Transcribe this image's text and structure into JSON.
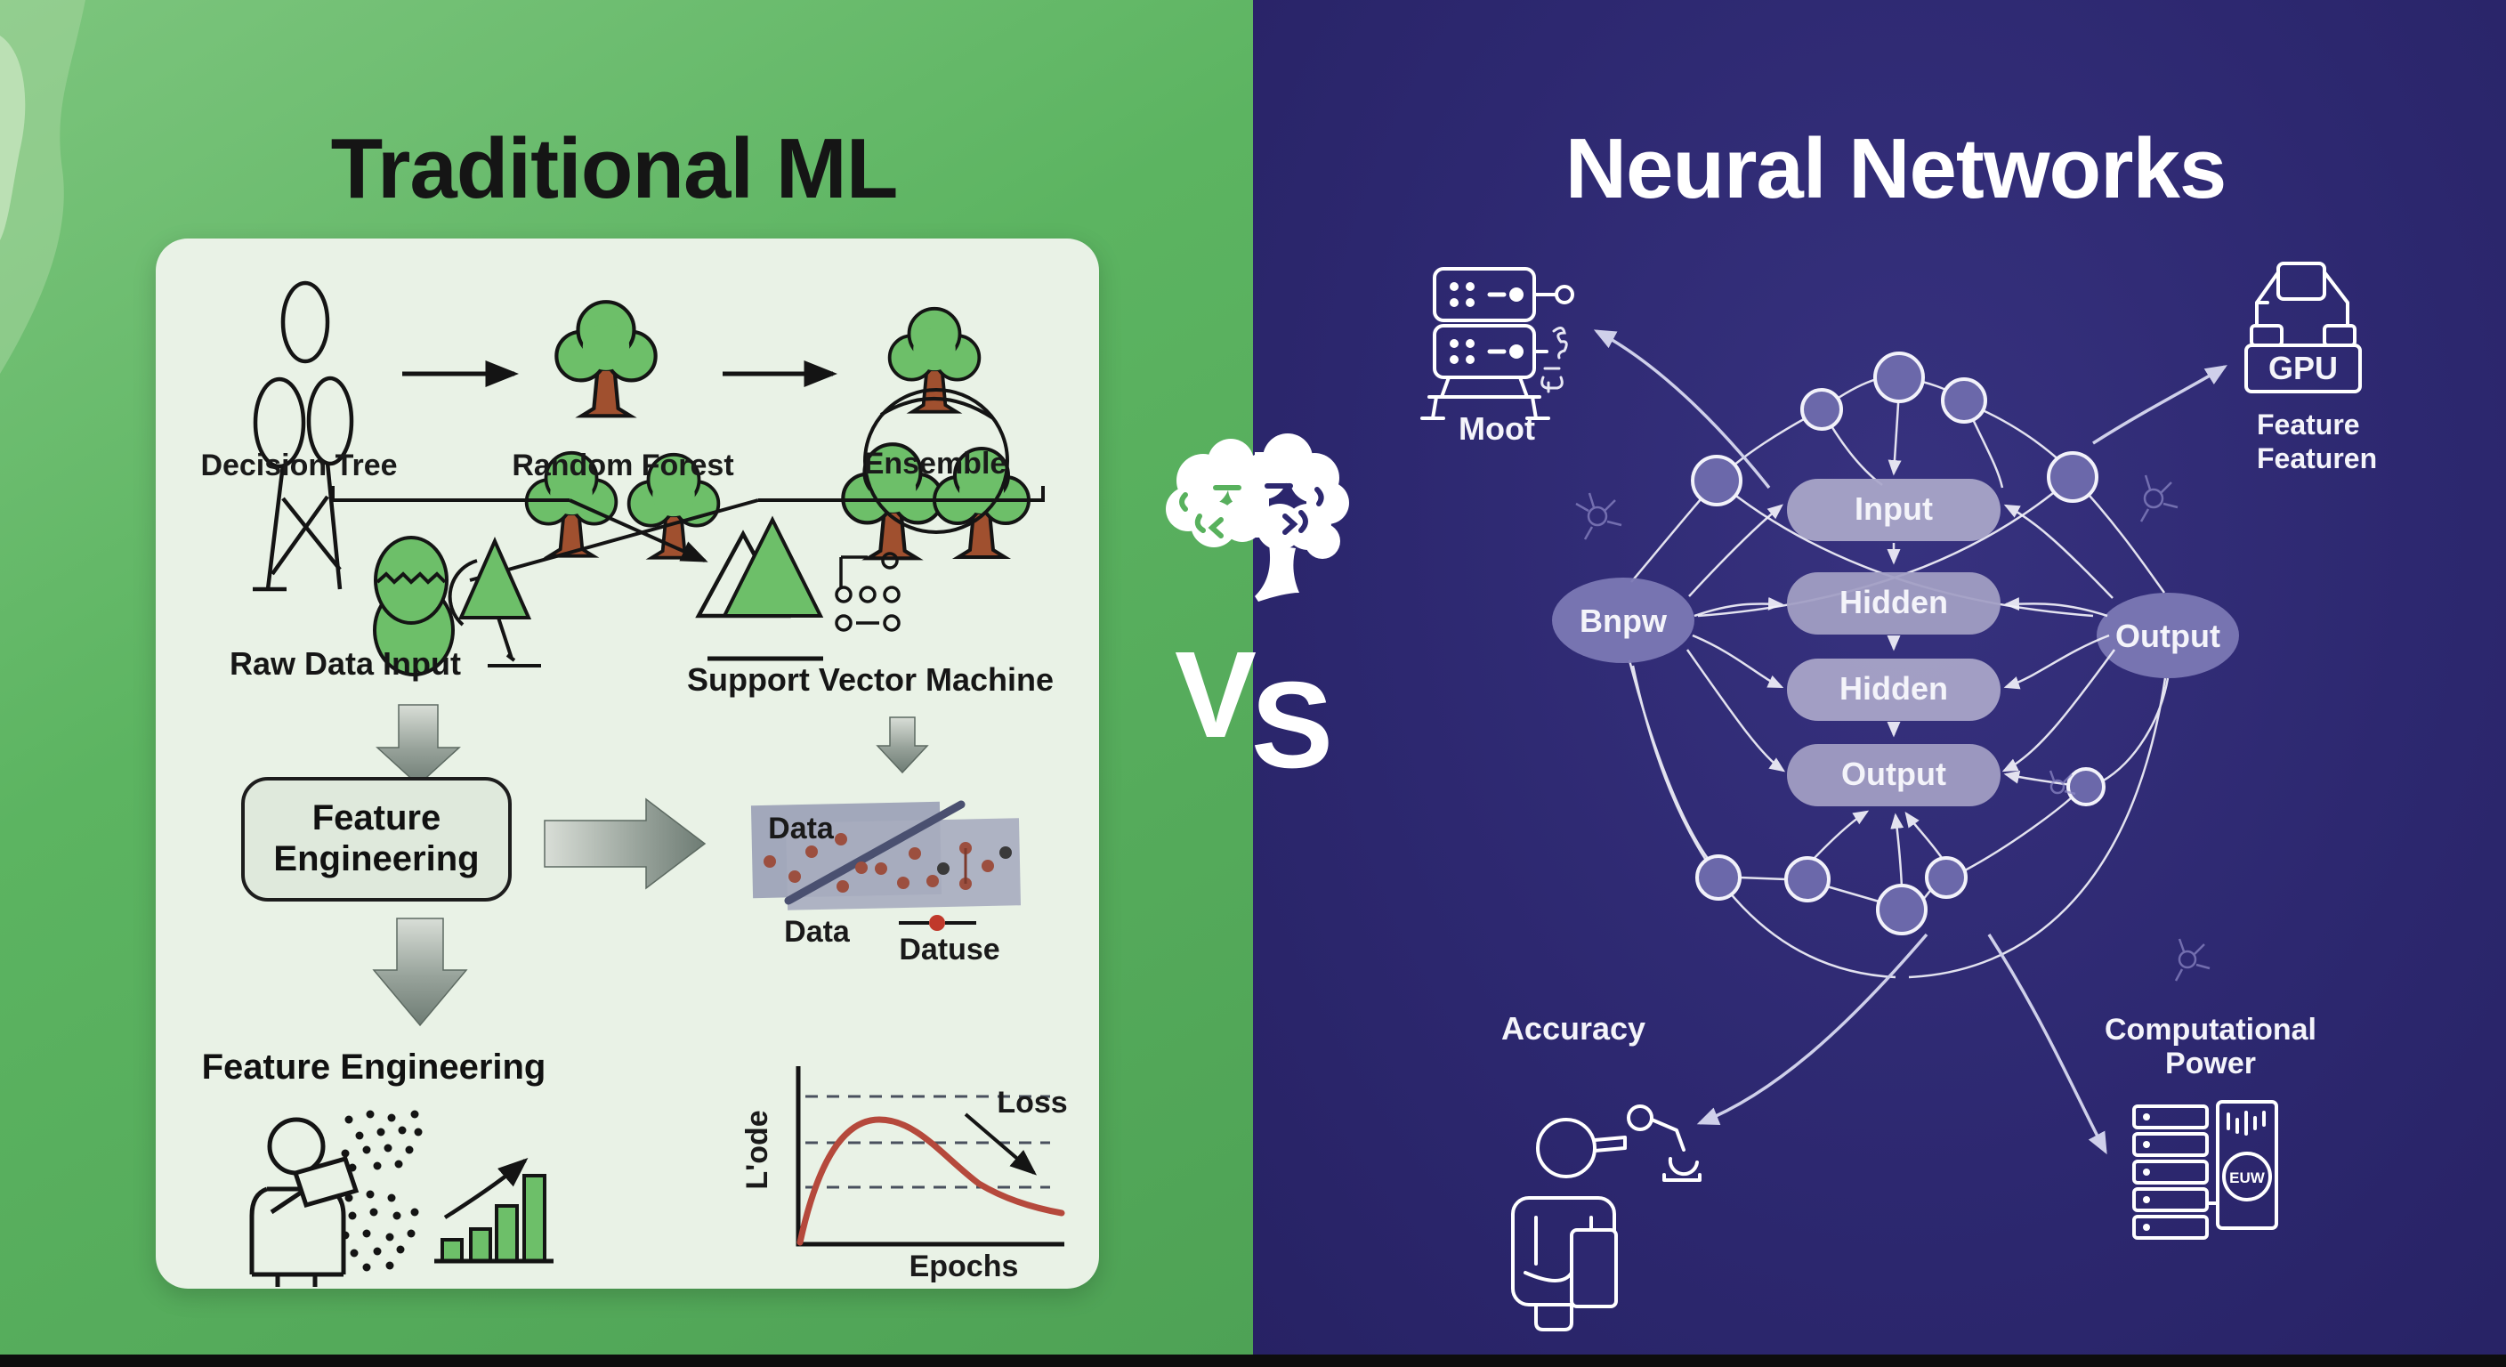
{
  "left": {
    "title": "Traditional ML",
    "flow_labels": {
      "decision_tree": "Decision Tree",
      "random_forest": "Random Forest",
      "ensemble": "Ensemble"
    },
    "raw_data_label": "Raw Data Input",
    "svm_label": "Support Vector Machine",
    "feature_box": {
      "line1": "Feature",
      "line2": "Engineering"
    },
    "svm_plot": {
      "label_top": "Data",
      "label_bottom": "Data",
      "legend": "Datuse"
    },
    "feature_bottom_label": "Feature Engineering",
    "loss_chart": {
      "ylabel": "L'ode",
      "xlabel": "Epochs",
      "annotation": "Loss"
    }
  },
  "center": {
    "vs_v": "V",
    "vs_s": "S"
  },
  "right": {
    "title": "Neural Networks",
    "server_label": "Moot",
    "gpu_label": "GPU",
    "gpu_caption": {
      "line1": "Feature",
      "line2": "Featuren"
    },
    "left_node_label": "Bnpw",
    "right_node_label": "Output",
    "layers": [
      "Input",
      "Hidden",
      "Hidden",
      "Output"
    ],
    "accuracy_label": "Accuracy",
    "power_label": {
      "line1": "Computational",
      "line2": "Power"
    },
    "chip_text": "EUW"
  },
  "chart_data": {
    "type": "line",
    "title": "",
    "xlabel": "Epochs",
    "ylabel": "L'ode",
    "annotation": "Loss",
    "x": [
      0,
      0.15,
      0.3,
      0.5,
      0.7,
      0.85,
      1
    ],
    "y": [
      0,
      0.55,
      0.78,
      0.55,
      0.32,
      0.22,
      0.17
    ],
    "gridlines": 3,
    "line_color": "#b5493c",
    "legend_position": "top-right",
    "grid": "dashed-horizontal"
  },
  "colors": {
    "left_bg": "#58b15d",
    "right_bg": "#2d2870",
    "panel_bg": "#e9f2e6",
    "tree_green": "#6dbf69",
    "trunk_brown": "#a0502f",
    "loss_red": "#b5493c",
    "dot_rust": "#9c4f3f",
    "band_gray": "#9aa0b6",
    "pill_lavender": "#a7a4c9",
    "node_purple": "#6b68aa"
  }
}
